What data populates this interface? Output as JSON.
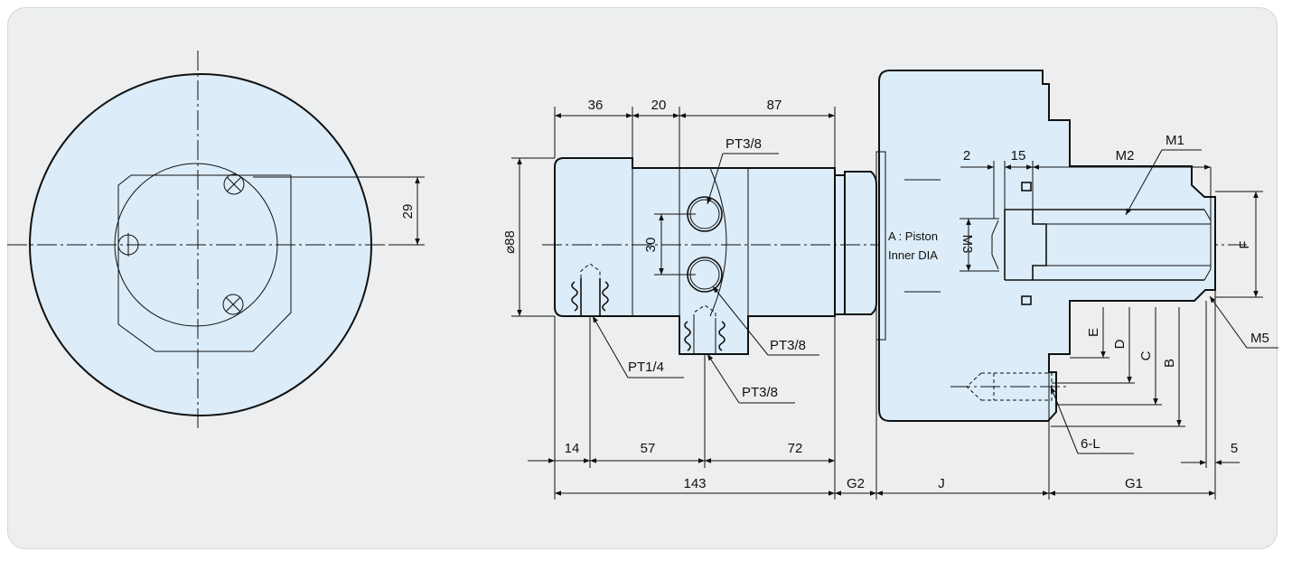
{
  "drawing": {
    "dims": {
      "d36": "36",
      "d20": "20",
      "d87": "87",
      "dia88": "⌀88",
      "d30": "30",
      "d29": "29",
      "d14": "14",
      "d57": "57",
      "d72": "72",
      "d143": "143",
      "g2": "G2",
      "j": "J",
      "g1": "G1",
      "d5": "5",
      "d2": "2",
      "d15": "15",
      "m2": "M2",
      "m1": "M1",
      "m3": "M3",
      "m5": "M5",
      "f": "F",
      "e": "E",
      "dd": "D",
      "c": "C",
      "b": "B",
      "six_l": "6-L"
    },
    "callouts": {
      "pt38_top": "PT3/8",
      "pt38_mid": "PT3/8",
      "pt38_bot": "PT3/8",
      "pt14": "PT1/4"
    },
    "note": {
      "line1": "A : Piston",
      "line2": "Inner DIA"
    }
  }
}
